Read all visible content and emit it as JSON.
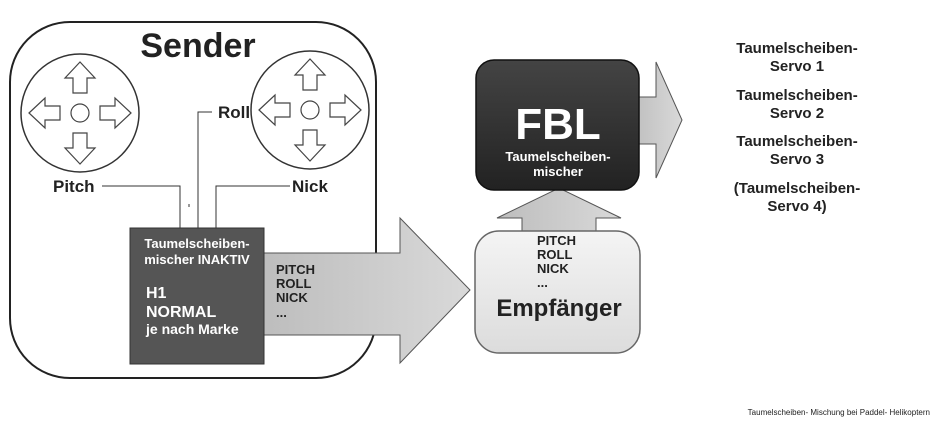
{
  "sender": {
    "title": "Sender",
    "label_pitch": "Pitch",
    "label_roll": "Roll",
    "label_nick": "Nick"
  },
  "mixer_box": {
    "line1": "Taumelscheiben-",
    "line2": "mischer INAKTIV",
    "mode_line1": "H1",
    "mode_line2": "NORMAL",
    "mode_line3": "je nach Marke"
  },
  "arrow_channels": [
    "PITCH",
    "ROLL",
    "NICK",
    "..."
  ],
  "fbl": {
    "title": "FBL",
    "sub1": "Taumelscheiben-",
    "sub2": "mischer"
  },
  "receiver": {
    "channels": [
      "PITCH",
      "ROLL",
      "NICK",
      "..."
    ],
    "title": "Empfänger"
  },
  "servos": [
    {
      "line1": "Taumelscheiben-",
      "line2": "Servo 1"
    },
    {
      "line1": "Taumelscheiben-",
      "line2": "Servo 2"
    },
    {
      "line1": "Taumelscheiben-",
      "line2": "Servo 3"
    },
    {
      "line1": "(Taumelscheiben-",
      "line2": "Servo 4)"
    }
  ],
  "caption": "Taumelscheiben- Mischung bei Paddel- Helikoptern",
  "colors": {
    "dark_box": "#333333",
    "mixer_box": "#555555",
    "arrow_fill": "#c8c8c8",
    "receiver_fill": "#ebebeb",
    "outline": "#222222"
  }
}
